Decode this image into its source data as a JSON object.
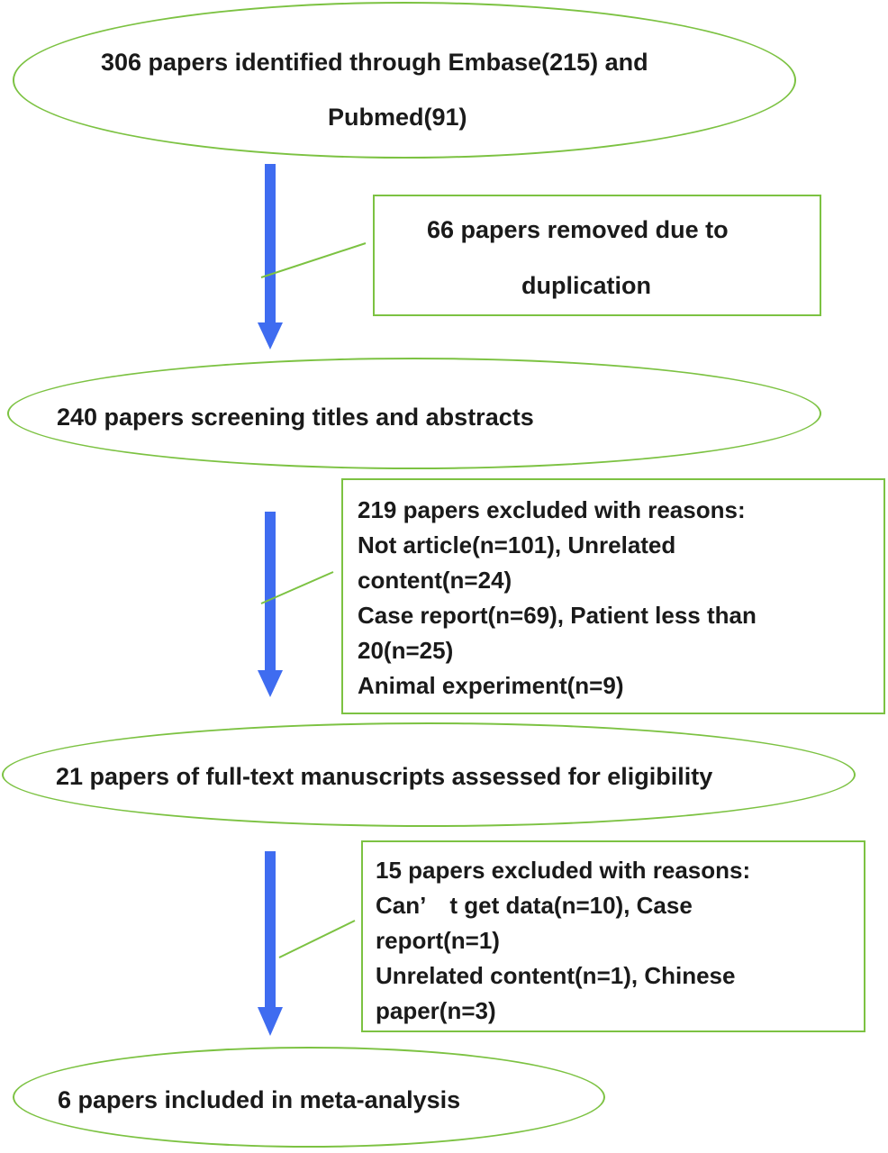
{
  "flow": {
    "step1": {
      "line1": "306 papers identified through Embase(215) and",
      "line2": "Pubmed(91)"
    },
    "removed_duplicates": {
      "line1": "66 papers removed due to",
      "line2": "duplication"
    },
    "step2": {
      "text": "240 papers screening titles and abstracts"
    },
    "exclusion1": {
      "lines": [
        "219 papers excluded with reasons:",
        "Not article(n=101), Unrelated",
        "content(n=24)",
        "Case report(n=69), Patient less than",
        "20(n=25)",
        "Animal experiment(n=9)"
      ]
    },
    "step3": {
      "text": "21 papers of full-text manuscripts assessed for eligibility"
    },
    "exclusion2": {
      "lines": [
        "15 papers excluded with reasons:",
        "Can’ t get data(n=10), Case",
        "report(n=1)",
        "Unrelated content(n=1), Chinese",
        "paper(n=3)"
      ]
    },
    "step4": {
      "text": "6 papers included in meta-analysis"
    }
  },
  "colors": {
    "border": "#7cc242",
    "arrow": "#3f6cf0",
    "connector": "#7cc242"
  }
}
